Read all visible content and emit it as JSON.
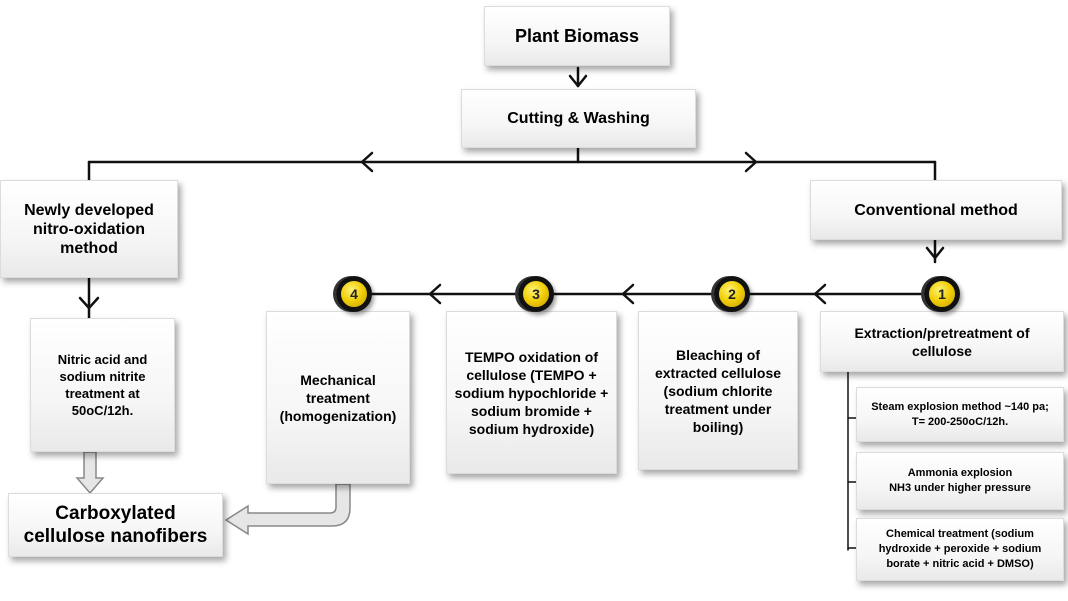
{
  "boxes": {
    "plant_biomass": "Plant Biomass",
    "cutting_washing": "Cutting & Washing",
    "newly_developed": "Newly developed\nnitro-oxidation\nmethod",
    "conventional": "Conventional method",
    "nitric_acid": "Nitric acid and\nsodium nitrite\ntreatment at\n50oC/12h.",
    "carboxylated": "Carboxylated\ncellulose nanofibers",
    "mechanical": "Mechanical\ntreatment\n(homogenization)",
    "tempo": "TEMPO oxidation of\ncellulose (TEMPO +\nsodium hypochloride +\nsodium bromide +\nsodium hydroxide)",
    "bleaching": "Bleaching of\nextracted cellulose\n(sodium chlorite\ntreatment under\nboiling)",
    "extraction": "Extraction/pretreatment of\ncellulose",
    "steam": "Steam explosion method ~140 pa;\nT= 200-250oC/12h.",
    "ammonia": "Ammonia explosion\nNH3 under higher pressure",
    "chemical": "Chemical treatment (sodium\nhydroxide + peroxide + sodium\nborate + nitric acid + DMSO)"
  },
  "steps": [
    "1",
    "2",
    "3",
    "4"
  ]
}
